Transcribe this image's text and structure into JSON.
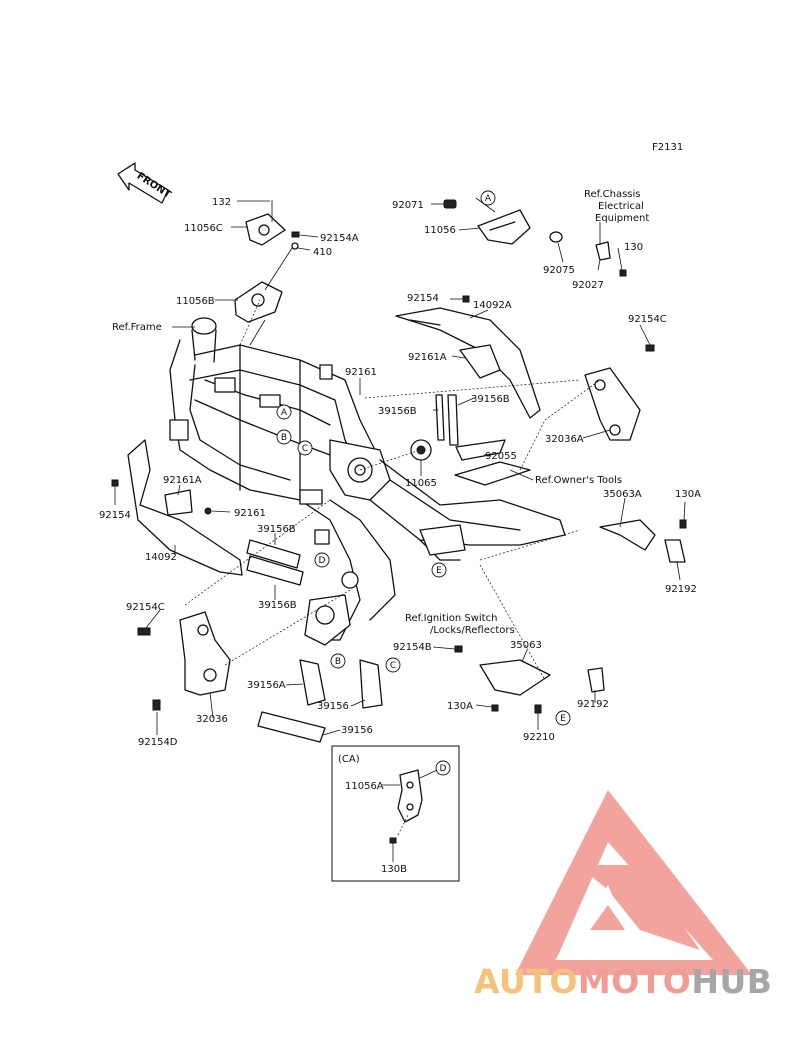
{
  "figure_id": "F2131",
  "front_label": "FRONT",
  "parts": [
    {
      "id": "p132",
      "label": "132"
    },
    {
      "id": "p11056C",
      "label": "11056C"
    },
    {
      "id": "p92154A",
      "label": "92154A"
    },
    {
      "id": "p410",
      "label": "410"
    },
    {
      "id": "p11056B",
      "label": "11056B"
    },
    {
      "id": "p92071",
      "label": "92071"
    },
    {
      "id": "p11056",
      "label": "11056"
    },
    {
      "id": "p92075",
      "label": "92075"
    },
    {
      "id": "p92027",
      "label": "92027"
    },
    {
      "id": "p130",
      "label": "130"
    },
    {
      "id": "p92154_top",
      "label": "92154"
    },
    {
      "id": "p14092A",
      "label": "14092A"
    },
    {
      "id": "p92161A_top",
      "label": "92161A"
    },
    {
      "id": "p92154C_right",
      "label": "92154C"
    },
    {
      "id": "p92161",
      "label": "92161"
    },
    {
      "id": "p39156B_a",
      "label": "39156B"
    },
    {
      "id": "p39156B_b",
      "label": "39156B"
    },
    {
      "id": "p32036A",
      "label": "32036A"
    },
    {
      "id": "p92055",
      "label": "92055"
    },
    {
      "id": "p11065",
      "label": "11065"
    },
    {
      "id": "p92161A_left",
      "label": "92161A"
    },
    {
      "id": "p92154_left",
      "label": "92154"
    },
    {
      "id": "p92161_left",
      "label": "92161"
    },
    {
      "id": "p35063A",
      "label": "35063A"
    },
    {
      "id": "p130A_right",
      "label": "130A"
    },
    {
      "id": "p14092",
      "label": "14092"
    },
    {
      "id": "p39156B_c",
      "label": "39156B"
    },
    {
      "id": "p39156B_d",
      "label": "39156B"
    },
    {
      "id": "p92192_right",
      "label": "92192"
    },
    {
      "id": "p92154C_left",
      "label": "92154C"
    },
    {
      "id": "p92154B",
      "label": "92154B"
    },
    {
      "id": "p35063",
      "label": "35063"
    },
    {
      "id": "p39156A",
      "label": "39156A"
    },
    {
      "id": "p39156_a",
      "label": "39156"
    },
    {
      "id": "p92192_low",
      "label": "92192"
    },
    {
      "id": "p130A_low",
      "label": "130A"
    },
    {
      "id": "p92210",
      "label": "92210"
    },
    {
      "id": "p32036",
      "label": "32036"
    },
    {
      "id": "p39156_b",
      "label": "39156"
    },
    {
      "id": "p92154D",
      "label": "92154D"
    },
    {
      "id": "p11056A",
      "label": "11056A"
    },
    {
      "id": "p130B",
      "label": "130B"
    }
  ],
  "references": {
    "frame": "Ref.Frame",
    "chassis_line1": "Ref.Chassis",
    "chassis_line2": "Electrical",
    "chassis_line3": "Equipment",
    "owners_tools": "Ref.Owner's Tools",
    "ignition_line1": "Ref.Ignition Switch",
    "ignition_line2": "/Locks/Reflectors"
  },
  "callouts": {
    "A": "A",
    "B": "B",
    "C": "C",
    "D": "D",
    "E": "E"
  },
  "inset": {
    "label": "(CA)"
  },
  "logo": {
    "part1": "AUTO",
    "part2": "MOTO",
    "part3": "HUB"
  },
  "colors": {
    "logo_orange": "#f6c27a",
    "logo_pink": "#f29a94",
    "logo_gray": "#a6a6a6"
  }
}
